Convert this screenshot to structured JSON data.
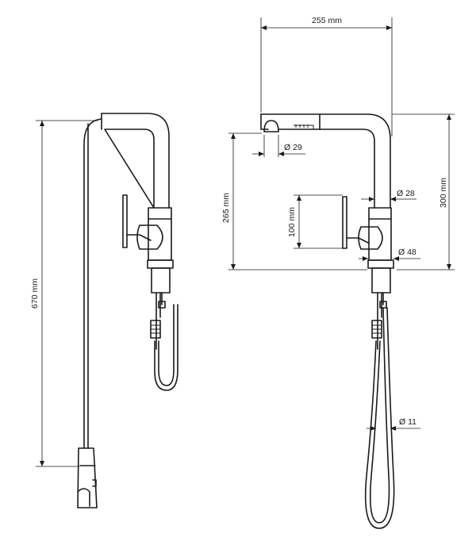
{
  "dimensions": {
    "total_height": "670 mm",
    "reach": "255 mm",
    "spout_outlet": "Ø 29",
    "height_to_outlet": "265 mm",
    "lever_height": "100 mm",
    "body_diameter": "Ø 28",
    "total_spout_height": "300 mm",
    "base_diameter": "Ø 48",
    "hose_diameter": "Ø 11"
  },
  "colors": {
    "line": "#1a1a1a",
    "background": "#ffffff"
  }
}
